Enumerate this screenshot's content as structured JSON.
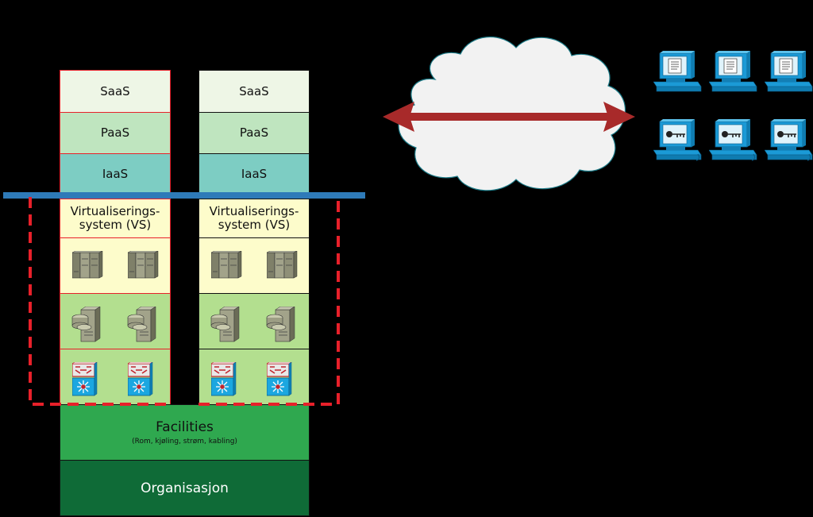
{
  "left_stack": {
    "saas": "SaaS",
    "paas": "PaaS",
    "iaas": "IaaS",
    "vs_line1": "Virtualiserings-",
    "vs_line2": "system (VS)"
  },
  "right_stack": {
    "saas": "SaaS",
    "paas": "PaaS",
    "iaas": "IaaS",
    "vs_line1": "Virtualiserings-",
    "vs_line2": "system (VS)"
  },
  "facilities": {
    "title": "Facilities",
    "subtitle": "(Rom, kjøling, strøm, kabling)"
  },
  "organisation": "Organisasjon",
  "icons": {
    "server_rack": "server-rack-icon",
    "storage": "storage-tower-icon",
    "network_switch": "network-switch-icon",
    "cloud": "cloud-icon",
    "client_doc": "computer-document-icon",
    "client_key": "computer-key-icon"
  },
  "colors": {
    "saas": "#eef6e6",
    "paas": "#bfe5bf",
    "iaas": "#7dcdc3",
    "vs": "#fdfccb",
    "hw": "#b3df8f",
    "facilities": "#2fa84f",
    "organisation": "#0f6b37",
    "boundary_blue": "#2e7ab8",
    "dashed_red": "#e8202a",
    "arrow": "#a82a2a"
  }
}
